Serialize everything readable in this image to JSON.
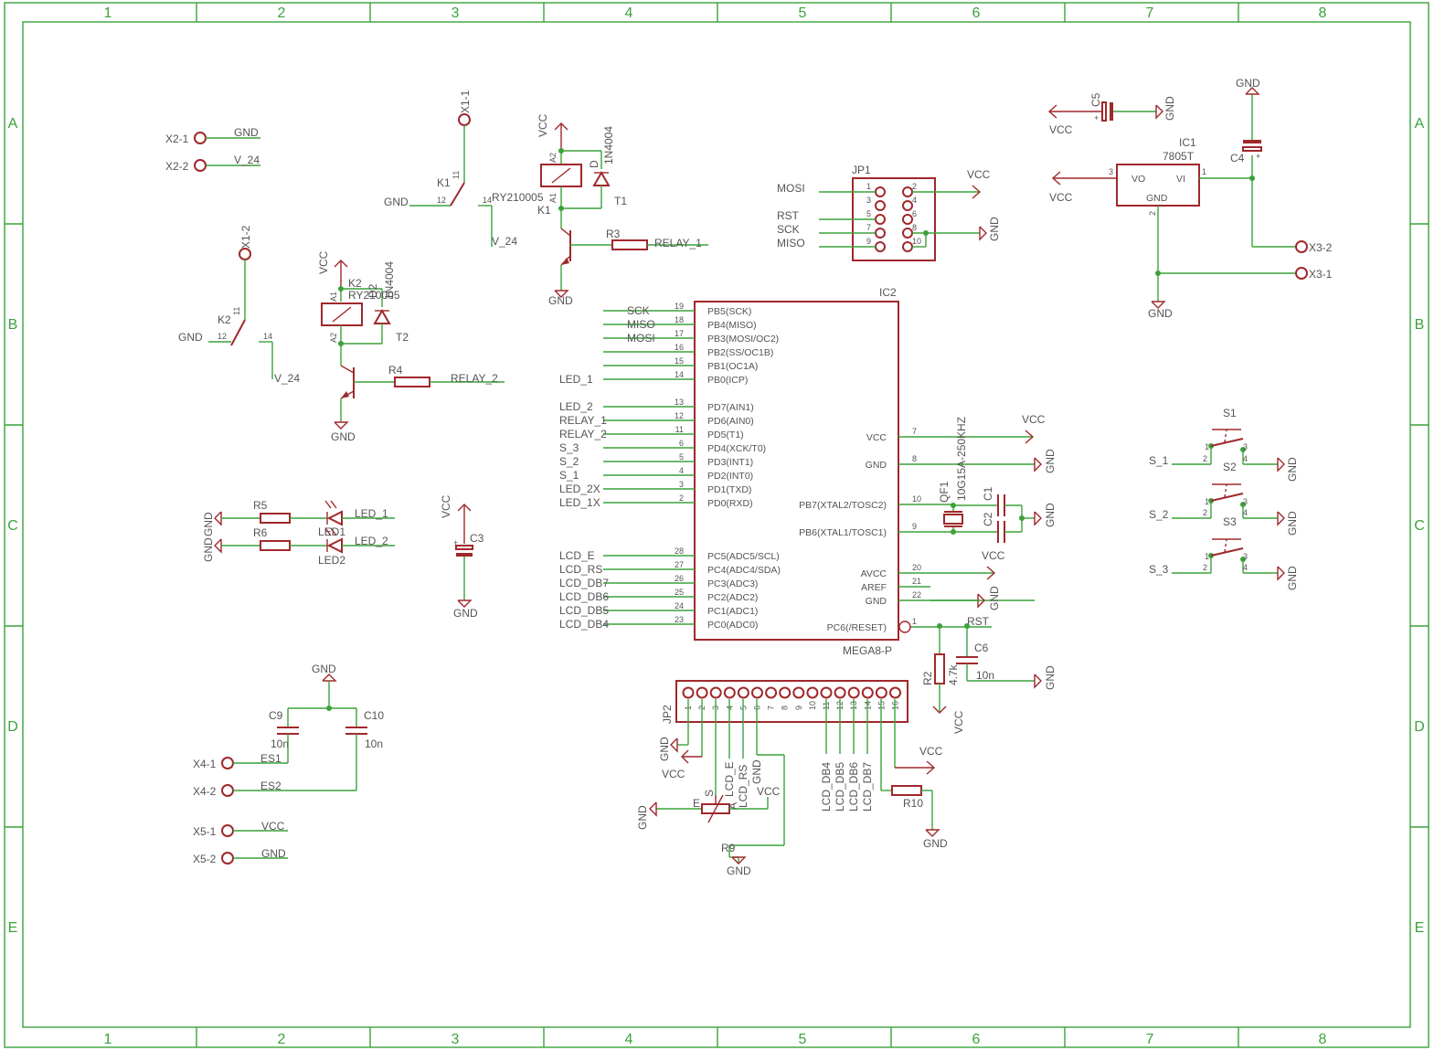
{
  "border": {
    "columns": [
      "1",
      "2",
      "3",
      "4",
      "5",
      "6",
      "7",
      "8"
    ],
    "rows": [
      "A",
      "B",
      "C",
      "D",
      "E"
    ]
  },
  "connectors": {
    "x2_1": "X2-1",
    "x2_2": "X2-2",
    "x1_1": "X1-1",
    "x1_2": "X1-2",
    "x3_1": "X3-1",
    "x3_2": "X3-2",
    "x4_1": "X4-1",
    "x4_2": "X4-2",
    "x5_1": "X5-1",
    "x5_2": "X5-2"
  },
  "nets": {
    "gnd": "GND",
    "vcc": "VCC",
    "v24": "V_24",
    "relay1": "RELAY_1",
    "relay2": "RELAY_2",
    "led1": "LED_1",
    "led2": "LED_2",
    "led_1x": "LED_1X",
    "led_2x": "LED_2X",
    "s1": "S_1",
    "s2": "S_2",
    "s3": "S_3",
    "es1": "ES1",
    "es2": "ES2",
    "mosi": "MOSI",
    "miso": "MISO",
    "sck": "SCK",
    "rst": "RST",
    "lcd_e": "LCD_E",
    "lcd_rs": "LCD_RS",
    "lcd_db4": "LCD_DB4",
    "lcd_db5": "LCD_DB5",
    "lcd_db6": "LCD_DB6",
    "lcd_db7": "LCD_DB7"
  },
  "parts": {
    "k1": "K1",
    "k2": "K2",
    "relay_type": "RY210005",
    "d_name": "D",
    "d_value": "1N4004",
    "d2_name": "D2",
    "t1": "T1",
    "t2": "T2",
    "r2": "R2",
    "r2_value": "4.7k",
    "r3": "R3",
    "r4": "R4",
    "r5": "R5",
    "r6": "R6",
    "r9": "R9",
    "r10": "R10",
    "led1": "LED1",
    "led2": "LED2",
    "c1": "C1",
    "c2": "C2",
    "c3": "C3",
    "c4": "C4",
    "c5": "C5",
    "c6": "C6",
    "c6_value": "10n",
    "c9": "C9",
    "c9_value": "10n",
    "c10": "C10",
    "c10_value": "10n",
    "jp1": "JP1",
    "jp2": "JP2",
    "ic1": "IC1",
    "ic1_value": "7805T",
    "ic1_vo": "VO",
    "ic1_vi": "VI",
    "ic1_gnd": "GND",
    "ic2": "IC2",
    "ic2_value": "MEGA8-P",
    "qf1": "QF1",
    "qf1_value": "10G15A-250KHZ",
    "s1": "S1",
    "s2": "S2",
    "s3": "S3",
    "pot_s": "S",
    "pot_e": "E",
    "pot_a": "A"
  },
  "ic2_left_pins": [
    {
      "num": "19",
      "name": "PB5(SCK)",
      "net": "SCK"
    },
    {
      "num": "18",
      "name": "PB4(MISO)",
      "net": "MISO"
    },
    {
      "num": "17",
      "name": "PB3(MOSI/OC2)",
      "net": "MOSI"
    },
    {
      "num": "16",
      "name": "PB2(SS/OC1B)",
      "net": ""
    },
    {
      "num": "15",
      "name": "PB1(OC1A)",
      "net": ""
    },
    {
      "num": "14",
      "name": "PB0(ICP)",
      "net": "LED_1"
    },
    {
      "num": "13",
      "name": "PD7(AIN1)",
      "net": "LED_2"
    },
    {
      "num": "12",
      "name": "PD6(AIN0)",
      "net": "RELAY_1"
    },
    {
      "num": "11",
      "name": "PD5(T1)",
      "net": "RELAY_2"
    },
    {
      "num": "6",
      "name": "PD4(XCK/T0)",
      "net": "S_3"
    },
    {
      "num": "5",
      "name": "PD3(INT1)",
      "net": "S_2"
    },
    {
      "num": "4",
      "name": "PD2(INT0)",
      "net": "S_1"
    },
    {
      "num": "3",
      "name": "PD1(TXD)",
      "net": "LED_2X"
    },
    {
      "num": "2",
      "name": "PD0(RXD)",
      "net": "LED_1X"
    },
    {
      "num": "28",
      "name": "PC5(ADC5/SCL)",
      "net": "LCD_E"
    },
    {
      "num": "27",
      "name": "PC4(ADC4/SDA)",
      "net": "LCD_RS"
    },
    {
      "num": "26",
      "name": "PC3(ADC3)",
      "net": "LCD_DB7"
    },
    {
      "num": "25",
      "name": "PC2(ADC2)",
      "net": "LCD_DB6"
    },
    {
      "num": "24",
      "name": "PC1(ADC1)",
      "net": "LCD_DB5"
    },
    {
      "num": "23",
      "name": "PC0(ADC0)",
      "net": "LCD_DB4"
    }
  ],
  "ic2_right_pins": [
    {
      "num": "7",
      "name": "VCC"
    },
    {
      "num": "8",
      "name": "GND"
    },
    {
      "num": "10",
      "name": "PB7(XTAL2/TOSC2)"
    },
    {
      "num": "9",
      "name": "PB6(XTAL1/TOSC1)"
    },
    {
      "num": "20",
      "name": "AVCC"
    },
    {
      "num": "21",
      "name": "AREF"
    },
    {
      "num": "22",
      "name": "GND"
    },
    {
      "num": "1",
      "name": "PC6(/RESET)"
    }
  ],
  "jp1_pins": [
    "1",
    "2",
    "3",
    "4",
    "5",
    "6",
    "7",
    "8",
    "9",
    "10"
  ],
  "jp2_pins": [
    "1",
    "2",
    "3",
    "4",
    "5",
    "6",
    "7",
    "8",
    "9",
    "10",
    "11",
    "12",
    "13",
    "14",
    "15",
    "16"
  ],
  "misc_pins": {
    "p1": "1",
    "p2": "2",
    "p3": "3",
    "p4": "4",
    "p11": "11",
    "p12": "12",
    "p14": "14",
    "a1": "A1",
    "a2": "A2",
    "plus": "+"
  }
}
